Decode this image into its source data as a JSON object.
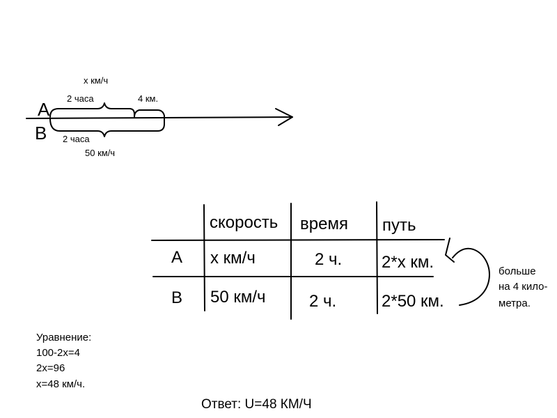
{
  "diagram": {
    "label_a": "A",
    "label_b": "B",
    "top_speed": "x км/ч",
    "top_time": "2 часа",
    "extra_distance": "4 км.",
    "bottom_time": "2 часа",
    "bottom_speed": "50 км/ч"
  },
  "table": {
    "headers": [
      "",
      "скорость",
      "время",
      "путь"
    ],
    "rows": [
      {
        "object": "A",
        "speed": "x км/ч",
        "time": "2 ч.",
        "distance": "2*x км."
      },
      {
        "object": "B",
        "speed": "50 км/ч",
        "time": "2 ч.",
        "distance": "2*50 км."
      }
    ],
    "annotation": [
      "больше",
      "на 4 кило-",
      "метра."
    ]
  },
  "equation": {
    "title": "Уравнение:",
    "lines": [
      "100-2x=4",
      "2x=96",
      "x=48 км/ч."
    ]
  },
  "answer": "Ответ: U=48 КМ/Ч",
  "colors": {
    "ink": "#000000",
    "background": "#ffffff"
  }
}
